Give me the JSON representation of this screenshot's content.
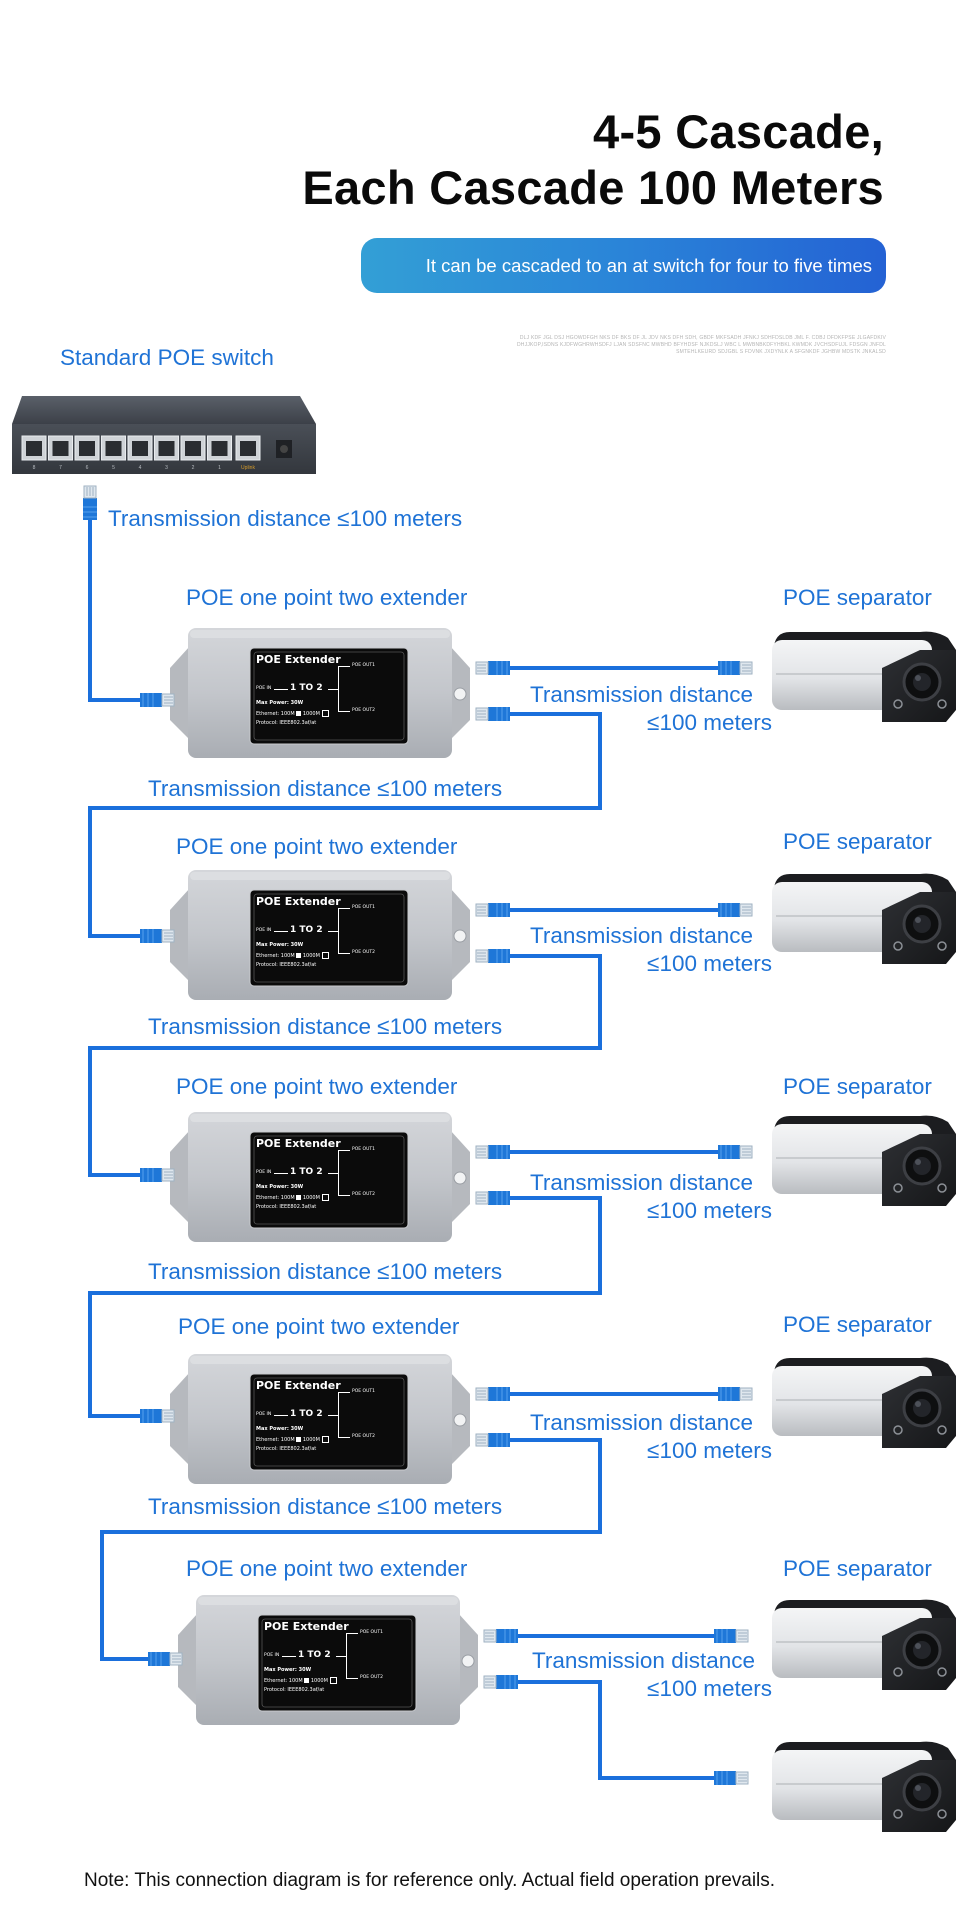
{
  "header": {
    "title_line1": "4-5 Cascade,",
    "title_line2": "Each Cascade 100 Meters",
    "subtitle": "It can be cascaded to an at switch for four to five times",
    "fine_print": "DLJ KDF JGL DSJ HGOWDFGH NKS DF BKS DF JL JDV NKS DFH SDH, GBDF MKFSADH JFNKJ SDHFDSLDB JML F. CDBJ DFDKFPSE JLGAFDKIV DHJJKOP,ISDNS KJDFWGHRWHSDFJ LJAN SDSFNC MWBHD BFYHDSF NJKDSLJ WBC L MWBNBKDFYHBKL KWMDK JVCHSDFUJL FDSGN JNFDLSMTEHLKEURD SDJGBL S FDVNK JXDYNLK A SFGNKDF JGHBW MDSTK JNKALSD"
  },
  "switch": {
    "label": "Standard POE switch",
    "ports": [
      "8",
      "7",
      "6",
      "5",
      "4",
      "3",
      "2",
      "1"
    ],
    "uplink_port": "Uplink",
    "cable_label": "Transmission distance ≤100 meters"
  },
  "extender_label": {
    "title": "POE Extender",
    "in": "POE IN",
    "ratio": "1 TO 2",
    "out1": "POE OUT1",
    "out2": "POE OUT2",
    "power": "Max Power: 30W",
    "ethernet": "Ethernet: 100M",
    "ethernet_alt": "1000M",
    "protocol": "Protocol: IEEE802.3af/at"
  },
  "cascade": [
    {
      "extender_label": "POE one point two extender",
      "separator_label": "POE separator",
      "side_distance_line1": "Transmission distance",
      "side_distance_line2": "≤100 meters",
      "next_link_label": "Transmission distance ≤100 meters"
    },
    {
      "extender_label": "POE one point two extender",
      "separator_label": "POE separator",
      "side_distance_line1": "Transmission distance",
      "side_distance_line2": "≤100 meters",
      "next_link_label": "Transmission distance ≤100 meters"
    },
    {
      "extender_label": "POE one point two extender",
      "separator_label": "POE separator",
      "side_distance_line1": "Transmission distance",
      "side_distance_line2": "≤100 meters",
      "next_link_label": "Transmission distance ≤100 meters"
    },
    {
      "extender_label": "POE one point two extender",
      "separator_label": "POE separator",
      "side_distance_line1": "Transmission distance",
      "side_distance_line2": "≤100 meters",
      "next_link_label": "Transmission distance ≤100 meters"
    },
    {
      "extender_label": "POE one point two extender",
      "separator_label": "POE separator",
      "side_distance_line1": "Transmission distance",
      "side_distance_line2": "≤100 meters",
      "next_link_label": ""
    }
  ],
  "footer": {
    "note": "Note: This connection diagram is for reference only. Actual field operation prevails."
  },
  "colors": {
    "accent_blue": "#1f73d6",
    "cable_blue": "#1a6fdc",
    "pill_start": "#339fd6",
    "pill_end": "#2462d4"
  }
}
